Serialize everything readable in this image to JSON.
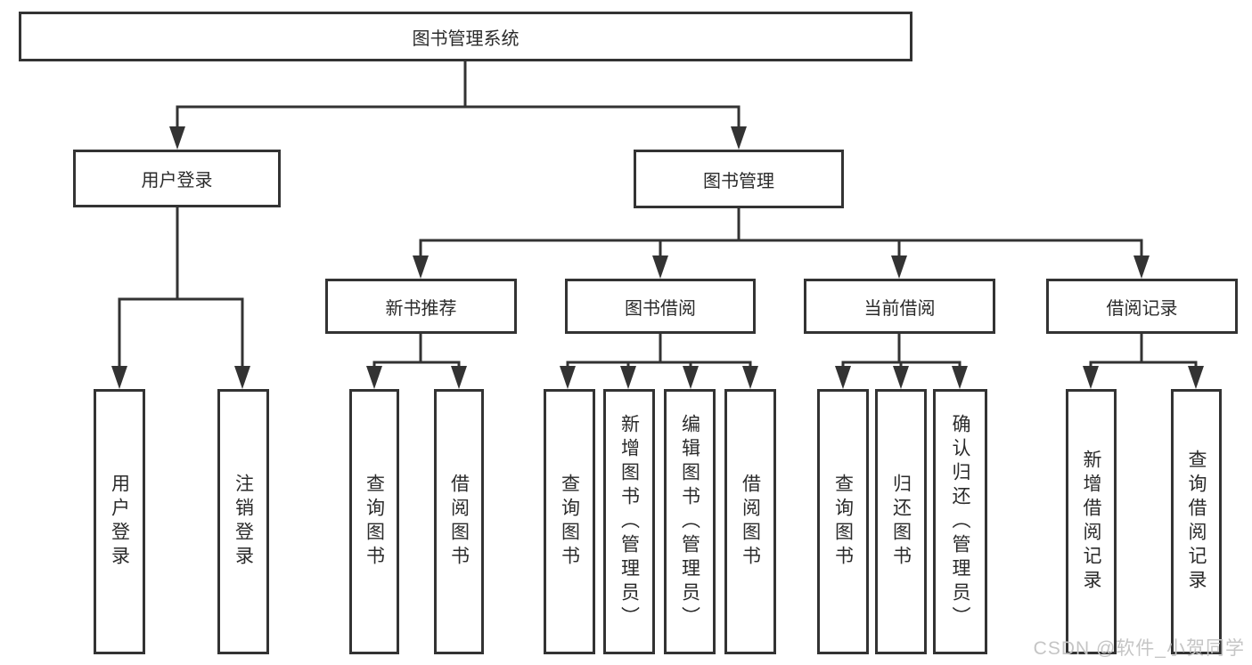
{
  "diagram": {
    "root": {
      "label": "图书管理系统"
    },
    "branches": [
      {
        "label": "用户登录",
        "children": [
          {
            "label": "用户登录"
          },
          {
            "label": "注销登录"
          }
        ]
      },
      {
        "label": "图书管理",
        "children": [
          {
            "label": "新书推荐",
            "children": [
              {
                "label": "查询图书"
              },
              {
                "label": "借阅图书"
              }
            ]
          },
          {
            "label": "图书借阅",
            "children": [
              {
                "label": "查询图书"
              },
              {
                "label": "新增图书（管理员）"
              },
              {
                "label": "编辑图书（管理员）"
              },
              {
                "label": "借阅图书"
              }
            ]
          },
          {
            "label": "当前借阅",
            "children": [
              {
                "label": "查询图书"
              },
              {
                "label": "归还图书"
              },
              {
                "label": "确认归还（管理员）"
              }
            ]
          },
          {
            "label": "借阅记录",
            "children": [
              {
                "label": "新增借阅记录"
              },
              {
                "label": "查询借阅记录"
              }
            ]
          }
        ]
      }
    ],
    "watermark": {
      "text": "CSDN @软件_小贺同学"
    },
    "colors": {
      "line": "#333333",
      "text": "#2b2b2b",
      "watermark": "#c5c5c5",
      "background": "#ffffff"
    }
  }
}
